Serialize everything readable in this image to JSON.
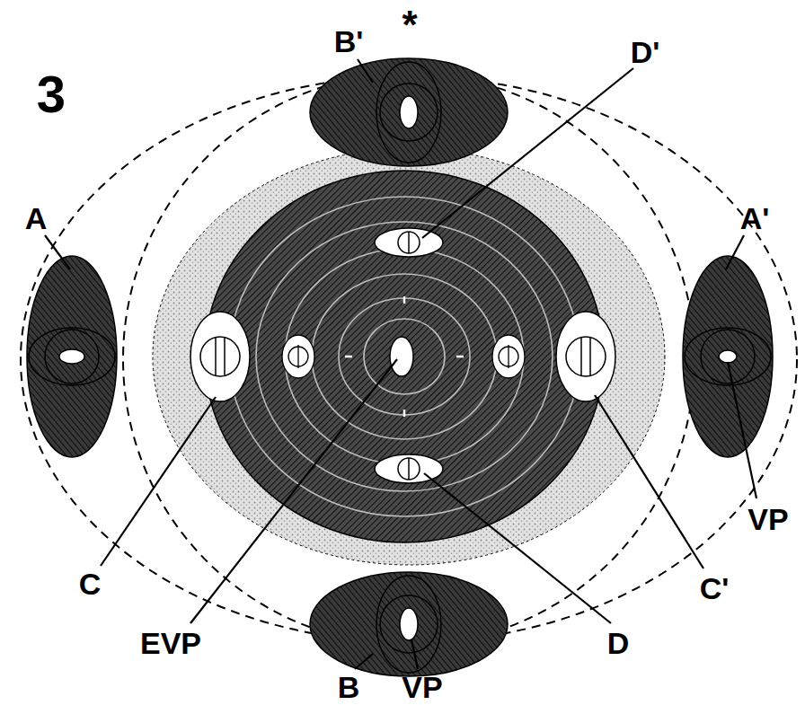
{
  "diagram": {
    "labels": [
      "3",
      "*",
      "B'",
      "D'",
      "A",
      "A'",
      "VP",
      "C",
      "C'",
      "EVP",
      "D",
      "B",
      "VP"
    ]
  }
}
